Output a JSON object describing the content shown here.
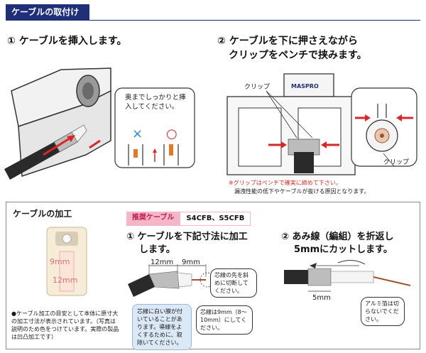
{
  "header": {
    "title": "ケーブルの取付け"
  },
  "step1": {
    "title": "① ケーブルを挿入します。",
    "callout": "奥までしっかりと挿入してください。",
    "wrong_mark": "×",
    "right_mark": "○"
  },
  "step2": {
    "title_line1": "② ケーブルを下に押さえながら",
    "title_line2": "クリップをペンチで挟みます。",
    "clip_label_left": "クリップ",
    "clip_label_right": "クリップ",
    "brand": "MASPRO",
    "note_line1": "※グリップはペンチで確実に締めて下さい。",
    "note_line2": "漏洩性能の低下やケーブルが抜ける原因となります。"
  },
  "processing": {
    "title": "ケーブルの加工",
    "gauge_label_9mm": "9mm",
    "gauge_label_12mm": "12mm",
    "bullet_note": "●ケーブル加工の目安として本体に原寸大の加工寸法が表示されています。（写真は説明のため色をつけています。実際の製品は凹凸加工です）",
    "recommended_tag": "推奨ケーブル",
    "recommended_types": "S4CFB、S5CFB",
    "sub1_title_line1": "① ケーブルを下記寸法に加工",
    "sub1_title_line2": "します。",
    "dim_12mm": "12mm",
    "dim_9mm": "9mm",
    "bubble_cut": "芯線の先を斜めに切断してください。",
    "bubble_length": "芯線は9mm（8〜10mm）にしてください。",
    "blue_note": "芯線に白い膜が付いていることがあります。導線をよくするために、取除いてください。",
    "sub2_title_line1": "② あみ線（編組）を折返し",
    "sub2_title_line2": "5mmにカットします。",
    "dim_5mm": "5mm",
    "bubble_foil": "アルミ箔は切らないでください。"
  },
  "colors": {
    "navy": "#1f2f78",
    "red": "#d62828",
    "pink": "#f4b6c8",
    "blue_x": "#2a86d6"
  }
}
